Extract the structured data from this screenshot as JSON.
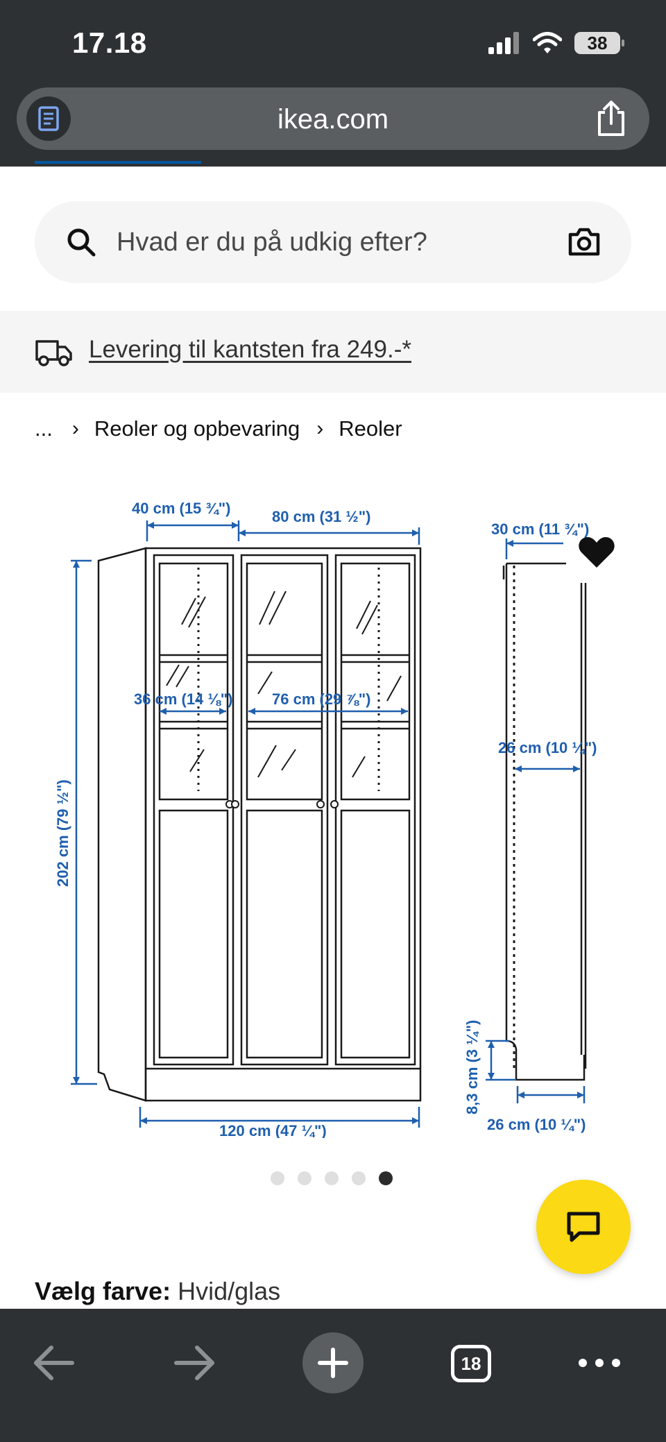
{
  "status_bar": {
    "time": "17.18",
    "battery": "38",
    "icons": [
      "signal-icon",
      "wifi-icon",
      "battery-icon"
    ]
  },
  "browser": {
    "url": "ikea.com",
    "reader_icon": "reader-icon",
    "share_icon": "share-icon",
    "tab_count": "18",
    "bottom_icons": [
      "back-icon",
      "forward-icon",
      "new-tab-icon",
      "tabs-icon",
      "more-icon"
    ]
  },
  "search": {
    "placeholder": "Hvad er du på udkig efter?",
    "search_icon": "search-icon",
    "camera_icon": "camera-icon"
  },
  "delivery": {
    "text": "Levering til kantsten fra 249.-*",
    "icon": "truck-icon"
  },
  "breadcrumb": {
    "ellipsis": "...",
    "items": [
      "Reoler og opbevaring",
      "Reoler"
    ]
  },
  "product_image": {
    "dimensions": {
      "front_left_width": "40 cm (15 ¾\")",
      "front_right_width": "80 cm (31 ½\")",
      "side_depth_top": "30 cm (11 ¾\")",
      "inner_left": "36 cm (14 ⅛\")",
      "inner_right": "76 cm (29 ⅞\")",
      "side_inner_depth": "26 cm (10 ¼\")",
      "height": "202 cm (79 ½\")",
      "plinth_height": "8,3 cm (3 ¼\")",
      "total_width": "120 cm (47 ¼\")",
      "side_bottom_depth": "26 cm (10 ¼\")"
    },
    "line_color": "#1f5fae",
    "wishlist_icon": "heart-icon"
  },
  "carousel": {
    "count": 5,
    "active_index": 4
  },
  "chat": {
    "icon": "chat-icon",
    "color": "#fbd914"
  },
  "color_choice": {
    "label": "Vælg farve:",
    "value": "Hvid/glas"
  }
}
